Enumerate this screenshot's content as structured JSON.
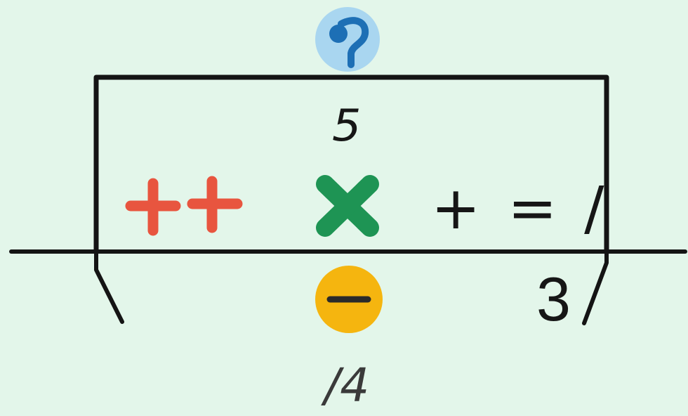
{
  "symbols": {
    "top_digit": "5",
    "equation": "+ = /",
    "digit_three": "3",
    "bottom_scribble": "/4"
  },
  "icons": {
    "question": {
      "name": "question-mark-icon",
      "color": "#1d6fb5",
      "background": "#a9d6f0"
    },
    "plus_pair": {
      "name": "plus-icon",
      "count": 2,
      "color": "#e8553f"
    },
    "multiply": {
      "name": "multiply-x-icon",
      "color": "#1e9454"
    },
    "minus": {
      "name": "minus-icon",
      "color": "#2a2a2a",
      "background": "#f5b50f"
    }
  },
  "colors": {
    "background": "#e3f6ea",
    "stroke": "#141414"
  }
}
